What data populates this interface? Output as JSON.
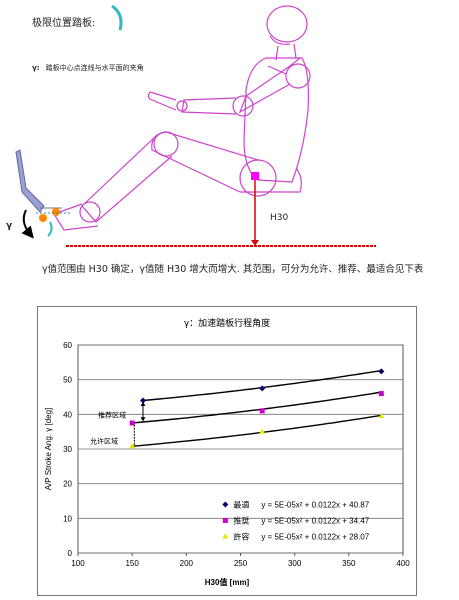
{
  "header": {
    "title": "极限位置踏板:",
    "gamma_symbol": "γ:",
    "gamma_definition": "踏板中心点连线与水平面的夹角"
  },
  "figure": {
    "h30_label": "H30",
    "gamma_label": "γ",
    "colors": {
      "body": "#cc44cc",
      "marker": "#ff00ff",
      "arrow": "#dd0000",
      "floor": "#dd0000",
      "pedal": "#8888cc",
      "pedal_dot": "#ff8800"
    }
  },
  "paragraph": {
    "text": "γ值范围由 H30 确定，γ值随 H30 增大而增大. 其范围，可分为允许、推荐、最适合见下表"
  },
  "chart_data": {
    "type": "line",
    "title": "γ：加速踏板行程角度",
    "xlabel": "H30值    [mm]",
    "ylabel": "A/P Stroke Ang. γ [deg]",
    "xlim": [
      100,
      400
    ],
    "ylim": [
      0,
      60
    ],
    "xticks": [
      "100",
      "150",
      "200",
      "250",
      "300",
      "350",
      "400"
    ],
    "yticks": [
      "0",
      "10",
      "20",
      "30",
      "40",
      "50",
      "60"
    ],
    "grid": true,
    "series": [
      {
        "name": "最適",
        "color": "#000066",
        "x": [
          160,
          270,
          380
        ],
        "y": [
          44.0,
          47.5,
          52.4
        ]
      },
      {
        "name": "推奨",
        "color": "#cc00cc",
        "x": [
          150,
          270,
          380
        ],
        "y": [
          37.5,
          41.0,
          46.0
        ]
      },
      {
        "name": "許容",
        "color": "#e6e600",
        "x": [
          150,
          270,
          380
        ],
        "y": [
          30.8,
          35.0,
          39.5
        ]
      }
    ],
    "equations": [
      "y = 5E-05x² + 0.0122x + 40.87",
      "y = 5E-05x² + 0.0122x + 34.47",
      "y = 5E-05x² + 0.0122x + 28.07"
    ],
    "annotations": [
      "推荐区域",
      "允许区域"
    ],
    "legend_position": "bottom-right"
  }
}
